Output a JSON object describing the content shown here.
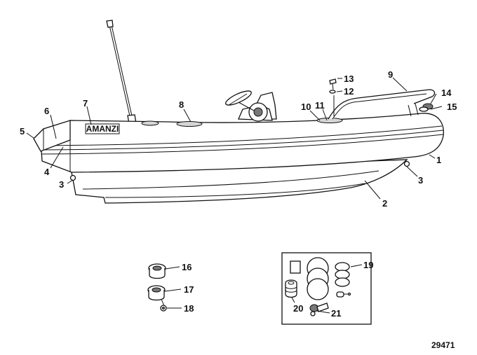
{
  "brand_label": "AMANZI",
  "figure_number": "29471",
  "callouts": [
    {
      "id": "c1",
      "text": "1"
    },
    {
      "id": "c2",
      "text": "2"
    },
    {
      "id": "c3a",
      "text": "3"
    },
    {
      "id": "c3b",
      "text": "3"
    },
    {
      "id": "c4",
      "text": "4"
    },
    {
      "id": "c5",
      "text": "5"
    },
    {
      "id": "c6",
      "text": "6"
    },
    {
      "id": "c7",
      "text": "7"
    },
    {
      "id": "c8",
      "text": "8"
    },
    {
      "id": "c9",
      "text": "9"
    },
    {
      "id": "c10",
      "text": "10"
    },
    {
      "id": "c11",
      "text": "11"
    },
    {
      "id": "c12",
      "text": "12"
    },
    {
      "id": "c13",
      "text": "13"
    },
    {
      "id": "c14",
      "text": "14"
    },
    {
      "id": "c15",
      "text": "15"
    },
    {
      "id": "c16",
      "text": "16"
    },
    {
      "id": "c17",
      "text": "17"
    },
    {
      "id": "c18",
      "text": "18"
    },
    {
      "id": "c19",
      "text": "19"
    },
    {
      "id": "c20",
      "text": "20"
    },
    {
      "id": "c21",
      "text": "21"
    }
  ]
}
